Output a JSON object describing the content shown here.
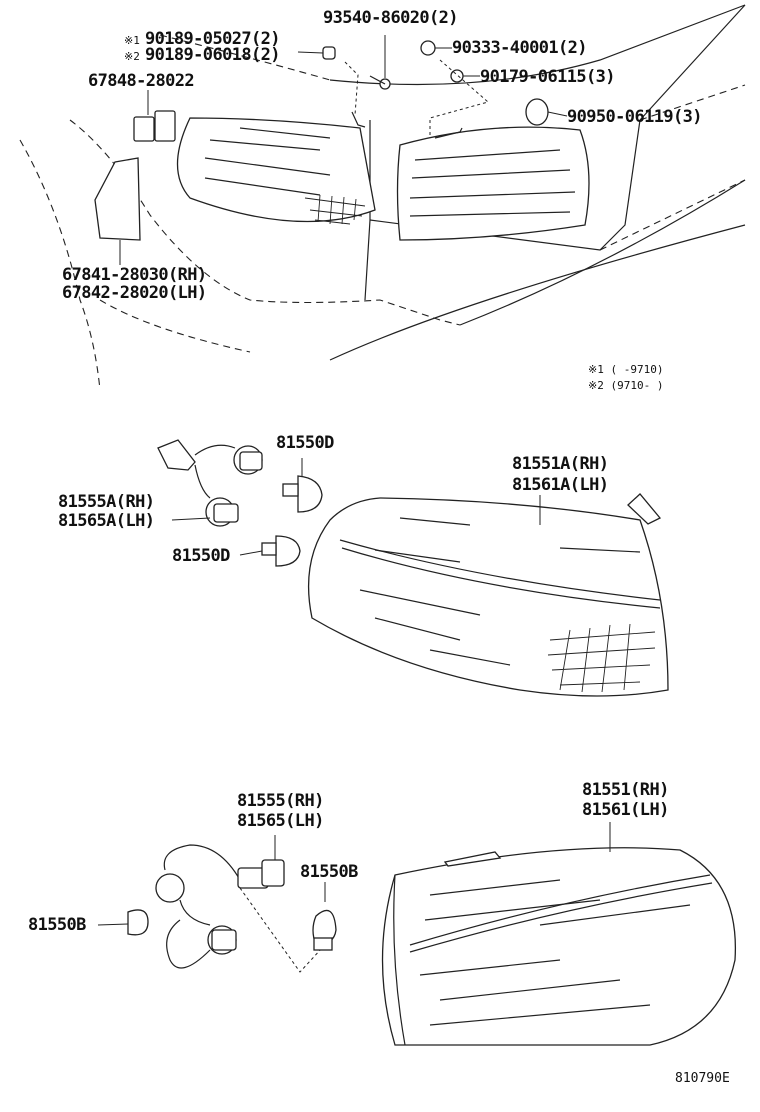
{
  "labels": {
    "p93540": "93540-86020(2)",
    "p90189a": "90189-05027(2)",
    "p90189b": "90189-06018(2)",
    "mark1": "※1",
    "mark2": "※2",
    "p90333": "90333-40001(2)",
    "p90179": "90179-06115(3)",
    "p90950": "90950-06119(3)",
    "p67848": "67848-28022",
    "p67841": "67841-28030(RH)",
    "p67842": "67842-28020(LH)",
    "note1": "※1 (    -9710)",
    "note2": "※2 (9710-    )",
    "p81550D_top": "81550D",
    "p81555A": "81555A(RH)",
    "p81565A": "81565A(LH)",
    "p81550D_mid": "81550D",
    "p81551A": "81551A(RH)",
    "p81561A": "81561A(LH)",
    "p81555": "81555(RH)",
    "p81565": "81565(LH)",
    "p81550B_right": "81550B",
    "p81550B_left": "81550B",
    "p81551": "81551(RH)",
    "p81561": "81561(LH)",
    "diagram_code": "810790E"
  }
}
